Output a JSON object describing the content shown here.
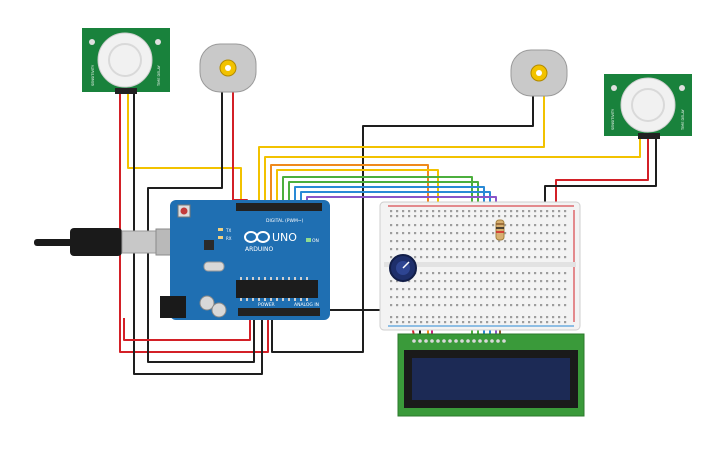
{
  "board": {
    "brand": "ARDUINO",
    "model": "UNO",
    "digital_label": "DIGITAL (PWM~)",
    "power_label": "POWER",
    "analog_label": "ANALOG IN",
    "on_label": "ON",
    "tx_label": "TX",
    "rx_label": "RX"
  },
  "pir_sensor_1": {
    "label_a": "SENSITIVITY",
    "label_b": "TIME DELAY"
  },
  "pir_sensor_2": {
    "label_a": "SENSITIVITY",
    "label_b": "TIME DELAY"
  },
  "colors": {
    "red": "#d32027",
    "black": "#1e1e1e",
    "yellow": "#f2c200",
    "orange": "#ef8a1c",
    "green": "#4caf3d",
    "blue": "#2a8ad6",
    "purple": "#8a55c8",
    "magenta": "#c8247e",
    "brown": "#8a5a2b",
    "board": "#1f6fb2",
    "sensor_pcb": "#19823c",
    "lcd_pcb": "#3a9a3a",
    "lcd_screen": "#1c2a55"
  }
}
